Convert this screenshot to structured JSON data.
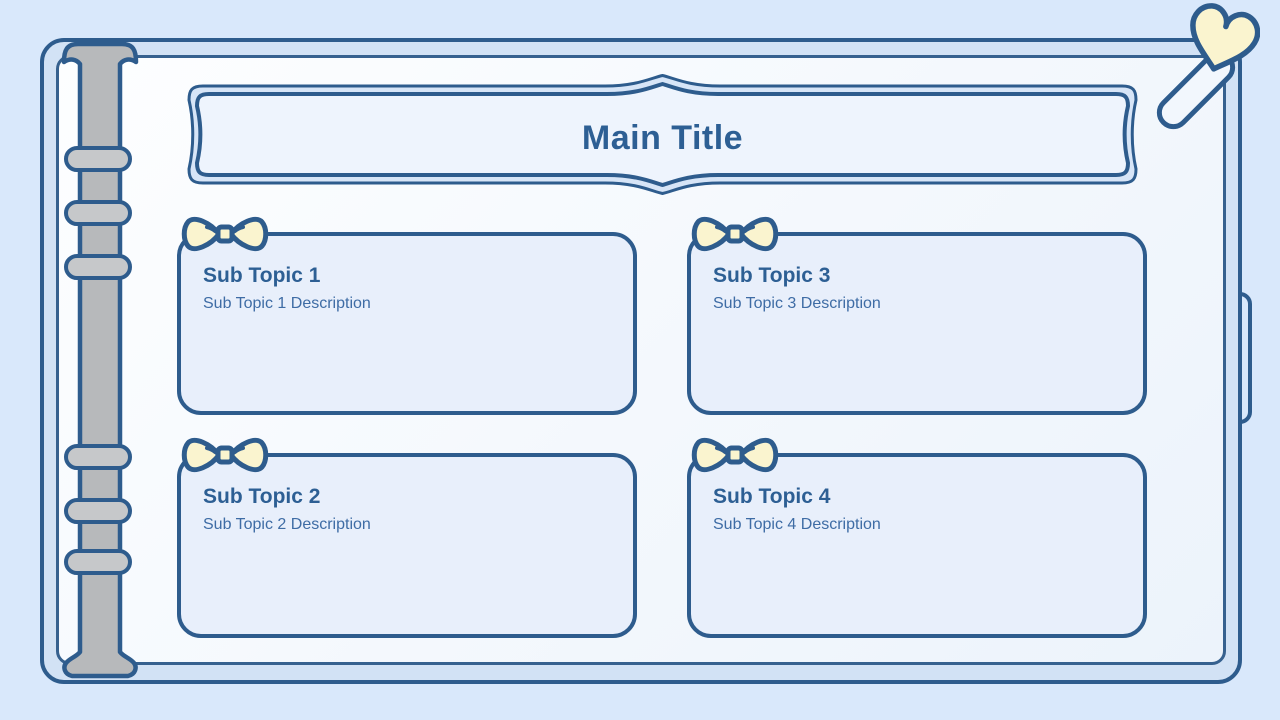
{
  "slide": {
    "main_title": "Main Title",
    "cards": [
      {
        "title": "Sub Topic 1",
        "description": "Sub Topic 1 Description"
      },
      {
        "title": "Sub Topic 2",
        "description": "Sub Topic 2 Description"
      },
      {
        "title": "Sub Topic 3",
        "description": "Sub Topic 3 Description"
      },
      {
        "title": "Sub Topic 4",
        "description": "Sub Topic 4 Description"
      }
    ]
  },
  "theme": {
    "background": "#d9e8fb",
    "cover_fill": "#d2e2f5",
    "page_fill_top": "#fdfeff",
    "page_fill_bottom": "#ecf3fb",
    "card_fill": "#e8effb",
    "outline": "#2e5c8d",
    "page_outline": "#36618f",
    "title_color": "#2d5f94",
    "description_color": "#3e6ca5",
    "ribbon_fill": "#faf4cf",
    "spine_fill": "#b7b9bb",
    "ring_fill": "#c6c8ca",
    "frame_strip": "#d7e5f7",
    "frame_inner": "#eef4fd",
    "pin_stem": "#f2f7fd"
  }
}
